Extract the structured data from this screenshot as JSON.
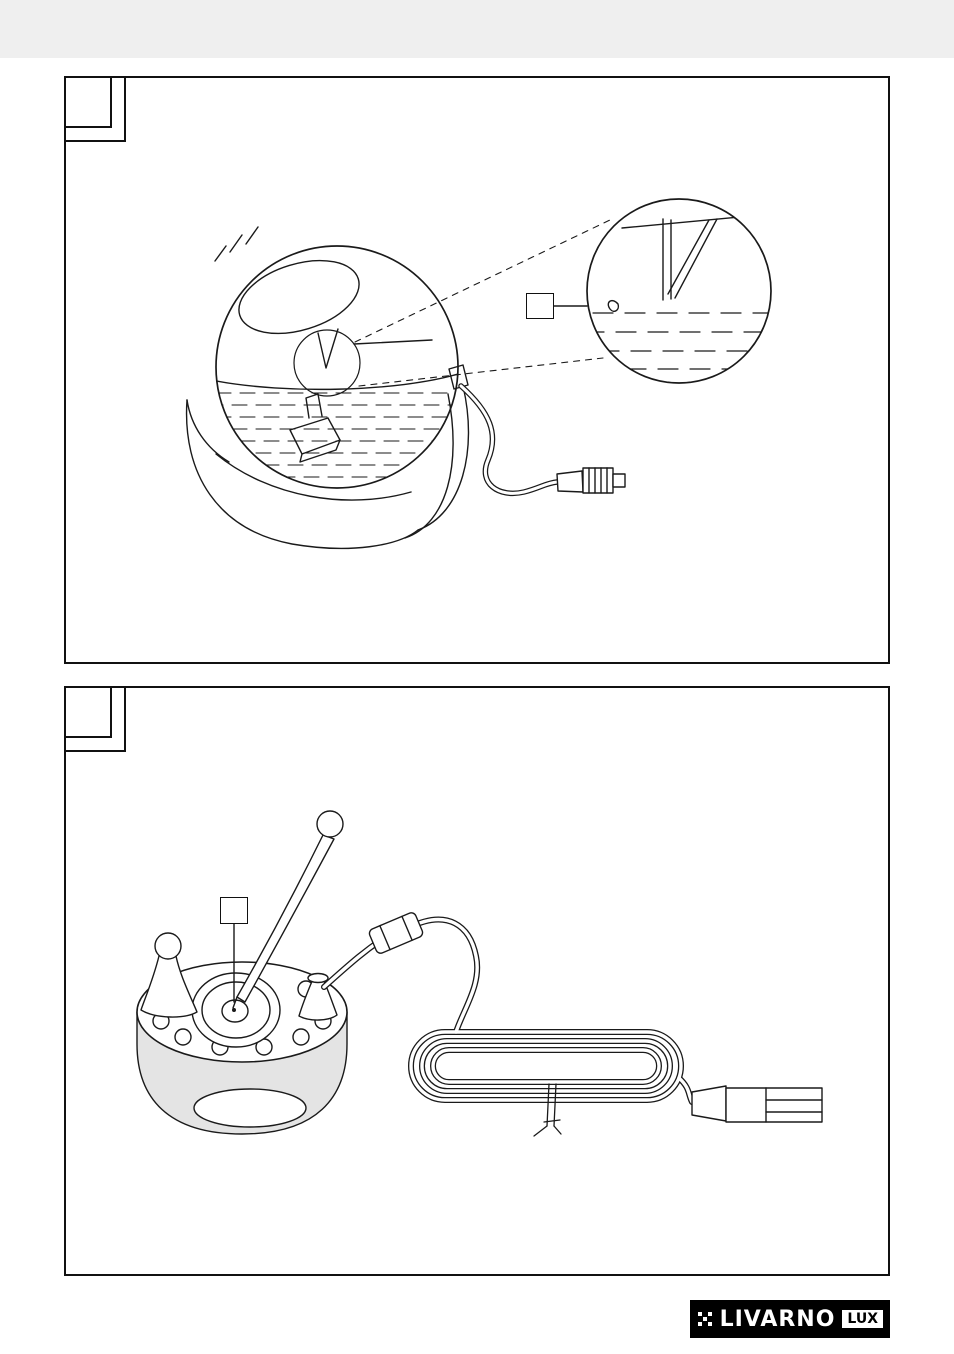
{
  "page": {
    "background": "#ffffff",
    "ink": "#1a1a1a",
    "body_gray": "#e4e4e4"
  },
  "figures": {
    "top": {
      "name": "fountain-sphere-with-stand-and-detail",
      "corner_label": "",
      "callout_label": ""
    },
    "bottom": {
      "name": "mister-unit-with-cable-and-connector",
      "corner_label": "",
      "callout_label": ""
    }
  },
  "logo": {
    "brand": "LIVARNO",
    "sub": "LUX",
    "icon": "grid-icon"
  }
}
